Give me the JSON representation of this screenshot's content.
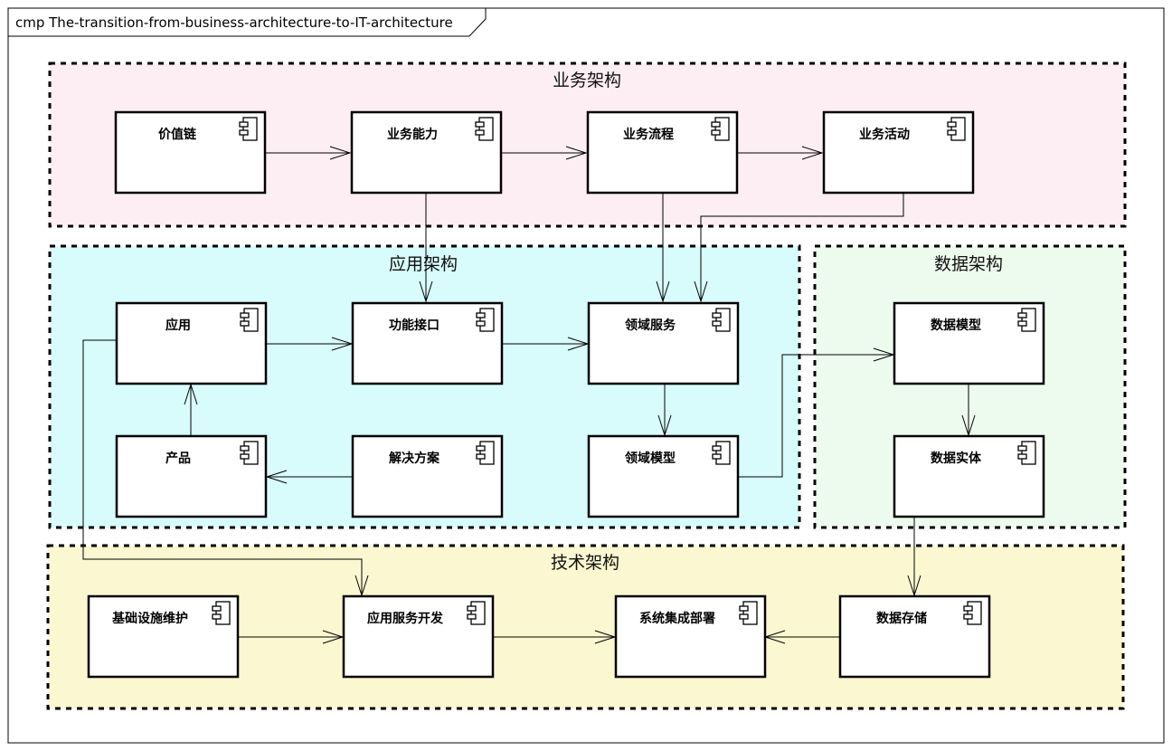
{
  "frame": {
    "title": "cmp The-transition-from-business-architecture-to-IT-architecture"
  },
  "colors": {
    "business_fill": "#fdeef3",
    "application_fill": "#d8fbfb",
    "data_fill": "#edfbee",
    "technology_fill": "#fbf7d0",
    "stroke": "#000000"
  },
  "packages": {
    "business": {
      "title": "业务架构"
    },
    "application": {
      "title": "应用架构"
    },
    "data": {
      "title": "数据架构"
    },
    "technology": {
      "title": "技术架构"
    }
  },
  "components": {
    "value_chain": {
      "label": "价值链",
      "icon": "component-icon"
    },
    "business_capability": {
      "label": "业务能力",
      "icon": "component-icon"
    },
    "business_process": {
      "label": "业务流程",
      "icon": "component-icon"
    },
    "business_activity": {
      "label": "业务活动",
      "icon": "component-icon"
    },
    "application": {
      "label": "应用",
      "icon": "component-icon"
    },
    "function_interface": {
      "label": "功能接口",
      "icon": "component-icon"
    },
    "domain_service": {
      "label": "领域服务",
      "icon": "component-icon"
    },
    "product": {
      "label": "产品",
      "icon": "component-icon"
    },
    "solution": {
      "label": "解决方案",
      "icon": "component-icon"
    },
    "domain_model": {
      "label": "领域模型",
      "icon": "component-icon"
    },
    "data_model": {
      "label": "数据模型",
      "icon": "component-icon"
    },
    "data_entity": {
      "label": "数据实体",
      "icon": "component-icon"
    },
    "infra_maintenance": {
      "label": "基础设施维护",
      "icon": "component-icon"
    },
    "app_service_dev": {
      "label": "应用服务开发",
      "icon": "component-icon"
    },
    "system_integration": {
      "label": "系统集成部署",
      "icon": "component-icon"
    },
    "data_storage": {
      "label": "数据存储",
      "icon": "component-icon"
    }
  },
  "connectors": [
    {
      "from": "value_chain",
      "to": "business_capability"
    },
    {
      "from": "business_capability",
      "to": "business_process"
    },
    {
      "from": "business_process",
      "to": "business_activity"
    },
    {
      "from": "business_capability",
      "to": "function_interface"
    },
    {
      "from": "business_process",
      "to": "domain_service"
    },
    {
      "from": "business_activity",
      "to": "domain_service"
    },
    {
      "from": "application",
      "to": "function_interface"
    },
    {
      "from": "function_interface",
      "to": "domain_service"
    },
    {
      "from": "domain_service",
      "to": "domain_model"
    },
    {
      "from": "product",
      "to": "application"
    },
    {
      "from": "solution",
      "to": "product"
    },
    {
      "from": "domain_model",
      "to": "data_model"
    },
    {
      "from": "data_model",
      "to": "data_entity"
    },
    {
      "from": "data_entity",
      "to": "data_storage"
    },
    {
      "from": "application",
      "to": "app_service_dev"
    },
    {
      "from": "infra_maintenance",
      "to": "app_service_dev"
    },
    {
      "from": "app_service_dev",
      "to": "system_integration"
    },
    {
      "from": "data_storage",
      "to": "system_integration"
    }
  ]
}
